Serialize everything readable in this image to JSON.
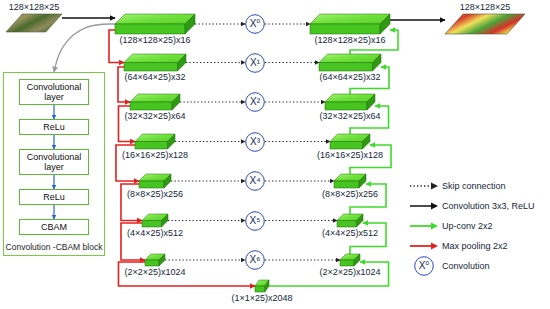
{
  "diagram": {
    "nodes": [
      {
        "text": [
          "128×128×25"
        ]
      },
      {
        "text": [
          "(128×128×25)x16"
        ]
      },
      {
        "text": [
          "X⁰"
        ]
      },
      {
        "text": [
          "(128×128×25)x16"
        ]
      },
      {
        "text": [
          "128×128×25"
        ]
      },
      {
        "text": [
          "(64×64×25)x32"
        ]
      },
      {
        "text": [
          "X¹"
        ]
      },
      {
        "text": [
          "(64×64×25)x32"
        ]
      },
      {
        "text": [
          "(32×32×25)x64"
        ]
      },
      {
        "text": [
          "X²"
        ]
      },
      {
        "text": [
          "(32×32×25)x64"
        ]
      },
      {
        "text": [
          "(16×16×25)x128"
        ]
      },
      {
        "text": [
          "X³"
        ]
      },
      {
        "text": [
          "(16×16×25)x128"
        ]
      },
      {
        "text": [
          "(8×8×25)x256"
        ]
      },
      {
        "text": [
          "X⁴"
        ]
      },
      {
        "text": [
          "(8×8×25)x256"
        ]
      },
      {
        "text": [
          "(4×4×25)x512"
        ]
      },
      {
        "text": [
          "X⁵"
        ]
      },
      {
        "text": [
          "(4×4×25)x512"
        ]
      },
      {
        "text": [
          "(2×2×25)x1024"
        ]
      },
      {
        "text": [
          "X⁶"
        ]
      },
      {
        "text": [
          "(2×2×25)x1024"
        ]
      },
      {
        "text": [
          "(1×1×25)x2048"
        ]
      },
      {
        "text": [
          "Convolution -CBAM block"
        ]
      },
      {
        "text": [
          "Convolutional layer"
        ],
        "in": 24
      },
      {
        "text": [
          "ReLu"
        ],
        "in": 24
      },
      {
        "text": [
          "Convolutional layer"
        ],
        "in": 24
      },
      {
        "text": [
          "ReLu"
        ],
        "in": 24
      },
      {
        "text": [
          "CBAM"
        ],
        "in": 24
      }
    ],
    "edges": [
      {
        "from": 0,
        "to": 1,
        "arrow": "to"
      },
      {
        "from": 1,
        "to": 5,
        "arrow": "to"
      },
      {
        "from": 5,
        "to": 8,
        "arrow": "to"
      },
      {
        "from": 8,
        "to": 11,
        "arrow": "to"
      },
      {
        "from": 11,
        "to": 14,
        "arrow": "to"
      },
      {
        "from": 14,
        "to": 17,
        "arrow": "to"
      },
      {
        "from": 17,
        "to": 20,
        "arrow": "to"
      },
      {
        "from": 20,
        "to": 23,
        "arrow": "to"
      },
      {
        "from": 1,
        "to": 2,
        "arrow": "to"
      },
      {
        "from": 2,
        "to": 3,
        "arrow": "to"
      },
      {
        "from": 5,
        "to": 6,
        "arrow": "to"
      },
      {
        "from": 6,
        "to": 7,
        "arrow": "to"
      },
      {
        "from": 8,
        "to": 9,
        "arrow": "to"
      },
      {
        "from": 9,
        "to": 10,
        "arrow": "to"
      },
      {
        "from": 11,
        "to": 12,
        "arrow": "to"
      },
      {
        "from": 12,
        "to": 13,
        "arrow": "to"
      },
      {
        "from": 14,
        "to": 15,
        "arrow": "to"
      },
      {
        "from": 15,
        "to": 16,
        "arrow": "to"
      },
      {
        "from": 17,
        "to": 18,
        "arrow": "to"
      },
      {
        "from": 18,
        "to": 19,
        "arrow": "to"
      },
      {
        "from": 20,
        "to": 21,
        "arrow": "to"
      },
      {
        "from": 21,
        "to": 22,
        "arrow": "to"
      },
      {
        "from": 23,
        "to": 22,
        "arrow": "to"
      },
      {
        "from": 22,
        "to": 19,
        "arrow": "to"
      },
      {
        "from": 19,
        "to": 16,
        "arrow": "to"
      },
      {
        "from": 16,
        "to": 13,
        "arrow": "to"
      },
      {
        "from": 13,
        "to": 10,
        "arrow": "to"
      },
      {
        "from": 10,
        "to": 7,
        "arrow": "to"
      },
      {
        "from": 7,
        "to": 3,
        "arrow": "to"
      },
      {
        "from": 3,
        "to": 4,
        "arrow": "to"
      },
      {
        "from": 1,
        "to": 24,
        "arrow": "to"
      },
      {
        "from": 25,
        "to": 26,
        "arrow": "to"
      },
      {
        "from": 26,
        "to": 27,
        "arrow": "to"
      },
      {
        "from": 27,
        "to": 28,
        "arrow": "to"
      },
      {
        "from": 28,
        "to": 29,
        "arrow": "to"
      }
    ],
    "labels": [
      "X⁰"
    ],
    "legend": [
      {
        "text": "Skip connection"
      },
      {
        "text": "Convolution 3x3, ReLU"
      },
      {
        "text": "Up-conv 2x2"
      },
      {
        "text": "Max pooling 2x2"
      },
      {
        "text": "Convolution"
      }
    ]
  }
}
